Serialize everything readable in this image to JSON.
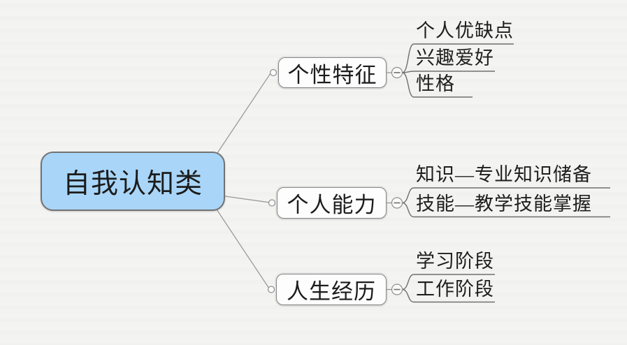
{
  "mindmap": {
    "root": {
      "label": "自我认知类",
      "fill": "#a9d6f8"
    },
    "branches": [
      {
        "label": "个性特征",
        "children": [
          {
            "label": "个人优缺点"
          },
          {
            "label": "兴趣爱好"
          },
          {
            "label": "性格"
          }
        ]
      },
      {
        "label": "个人能力",
        "children": [
          {
            "label": "知识—专业知识储备"
          },
          {
            "label": "技能—教学技能掌握"
          }
        ]
      },
      {
        "label": "人生经历",
        "children": [
          {
            "label": "学习阶段"
          },
          {
            "label": "工作阶段"
          }
        ]
      }
    ],
    "colors": {
      "radial_line": "#9a9a9a",
      "bracket_line": "#6f6f6f",
      "node_border": "#868686"
    }
  }
}
